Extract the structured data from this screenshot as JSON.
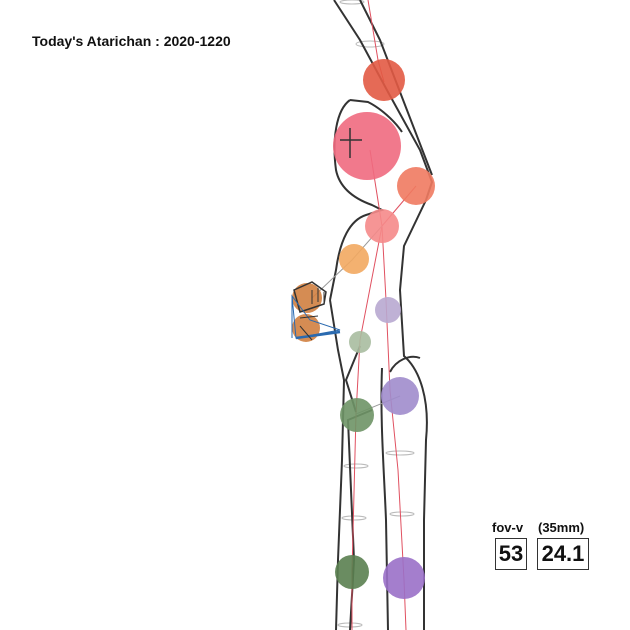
{
  "header": {
    "title": "Today's Atarichan : 2020-1220"
  },
  "camera": {
    "fov_label": "fov-v",
    "lens_label": "(35mm)",
    "fov_value": "53",
    "lens_value": "24.1"
  },
  "figure": {
    "outline_color": "#333333",
    "spine_color": "#e05060",
    "joints": [
      {
        "name": "head-top",
        "color": "#e25a44"
      },
      {
        "name": "head",
        "color": "#f06a80"
      },
      {
        "name": "shoulder",
        "color": "#f07a60"
      },
      {
        "name": "chest",
        "color": "#f5898a"
      },
      {
        "name": "elbow",
        "color": "#f2a860"
      },
      {
        "name": "hand",
        "color": "#d08040"
      },
      {
        "name": "waist",
        "color": "#b8a8d0"
      },
      {
        "name": "hip-left",
        "color": "#a8bca0"
      },
      {
        "name": "hip-right",
        "color": "#a08ccc"
      },
      {
        "name": "knee-left",
        "color": "#6e9466"
      },
      {
        "name": "foot-left",
        "color": "#5a8050"
      },
      {
        "name": "foot-right",
        "color": "#9a70c8"
      }
    ]
  }
}
